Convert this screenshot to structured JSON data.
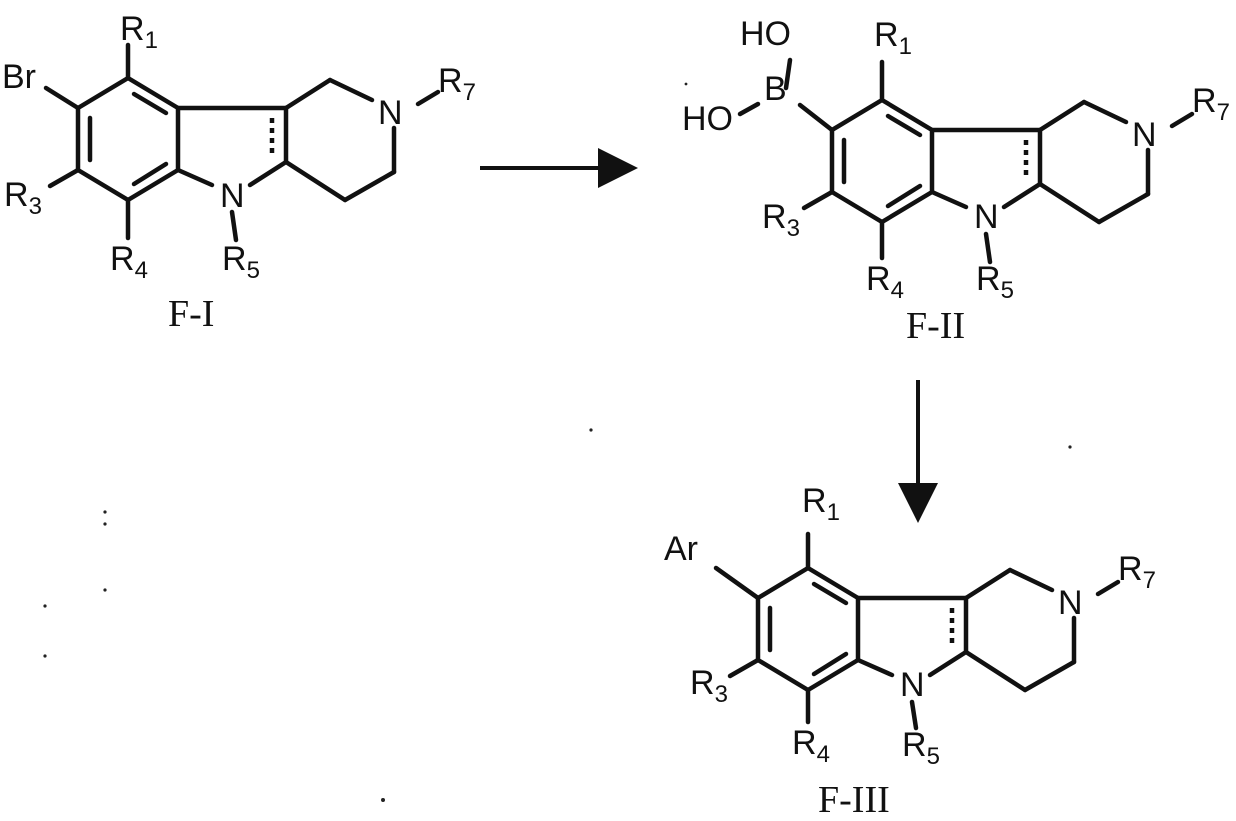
{
  "scheme": {
    "steps": [
      {
        "from": "F-I",
        "to": "F-II",
        "direction": "right"
      },
      {
        "from": "F-II",
        "to": "F-III",
        "direction": "down"
      }
    ]
  },
  "compounds": {
    "f1": {
      "caption": "F-I",
      "top_group": "Br",
      "labels": {
        "r1": "R",
        "r1_sub": "1",
        "r3": "R",
        "r3_sub": "3",
        "r4": "R",
        "r4_sub": "4",
        "r5": "R",
        "r5_sub": "5",
        "r7": "R",
        "r7_sub": "7",
        "n_ring": "N",
        "n_pip": "N"
      }
    },
    "f2": {
      "caption": "F-II",
      "boronic": {
        "oh1": "HO",
        "oh2": "HO",
        "b": "B"
      },
      "labels": {
        "r1": "R",
        "r1_sub": "1",
        "r3": "R",
        "r3_sub": "3",
        "r4": "R",
        "r4_sub": "4",
        "r5": "R",
        "r5_sub": "5",
        "r7": "R",
        "r7_sub": "7",
        "n_ring": "N",
        "n_pip": "N"
      }
    },
    "f3": {
      "caption": "F-III",
      "top_group": "Ar",
      "labels": {
        "r1": "R",
        "r1_sub": "1",
        "r3": "R",
        "r3_sub": "3",
        "r4": "R",
        "r4_sub": "4",
        "r5": "R",
        "r5_sub": "5",
        "r7": "R",
        "r7_sub": "7",
        "n_ring": "N",
        "n_pip": "N"
      }
    }
  }
}
